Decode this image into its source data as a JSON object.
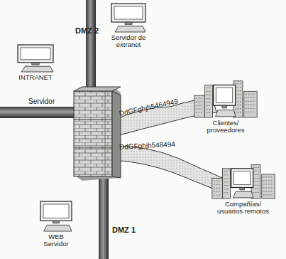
{
  "diagram": {
    "nodes": [
      {
        "text": [
          "Servidor de extranet"
        ]
      },
      {
        "text": [
          "INTRANET"
        ]
      },
      {
        "text": [
          "Clientes/ proveedores"
        ]
      },
      {
        "text": [
          "Compañías/ usuarios remotos"
        ]
      },
      {
        "text": [
          "WEB Servidor"
        ]
      }
    ],
    "labels": [
      "DMZ 2",
      "DdGFghjh5464949",
      "Servidor",
      "DdGFghjh548494",
      "DMZ 1"
    ]
  }
}
